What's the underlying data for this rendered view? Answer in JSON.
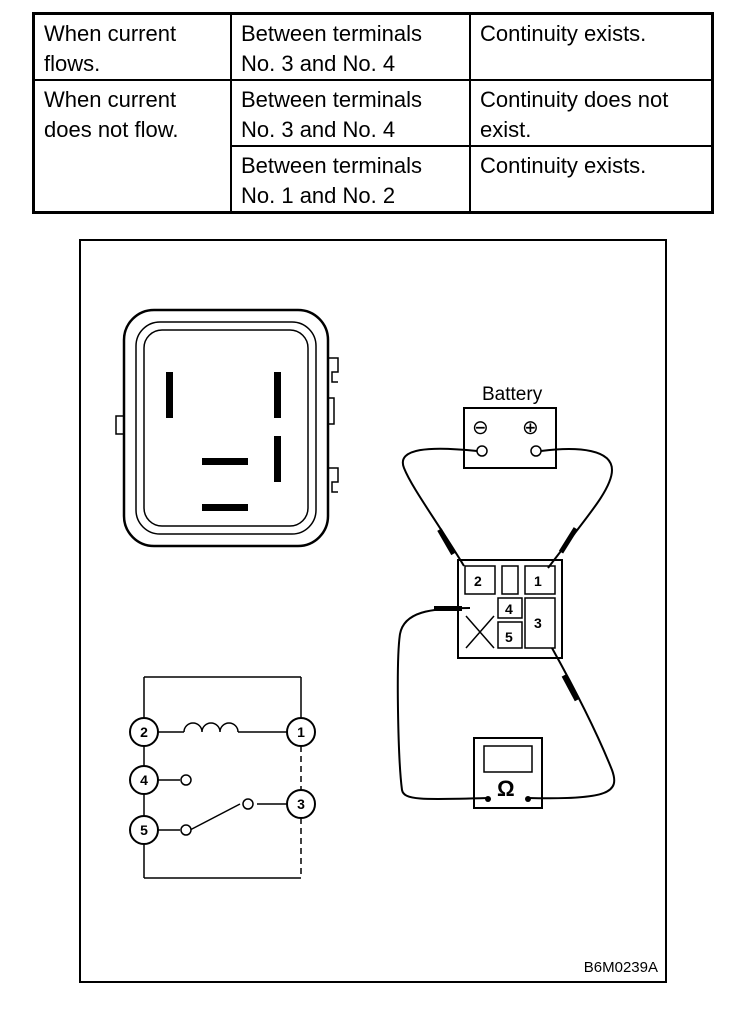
{
  "table": {
    "rows": [
      {
        "condition": "When current flows.",
        "terminals": "Between terminals No. 3 and No. 4",
        "result": "Continuity exists."
      },
      {
        "condition": "When current does not flow.",
        "terminals": "Between terminals No. 3 and No. 4",
        "result": "Continuity does not exist."
      },
      {
        "terminals": "Between terminals No. 1 and No. 2",
        "result": "Continuity exists."
      }
    ]
  },
  "diagram": {
    "battery_label": "Battery",
    "battery_negative": "⊖",
    "battery_positive": "⊕",
    "relay_terminals": [
      "2",
      "1",
      "4",
      "5",
      "3"
    ],
    "schematic_terminals": [
      "2",
      "1",
      "4",
      "5",
      "3"
    ],
    "ohmmeter_symbol": "Ω",
    "figure_code": "B6M0239A"
  }
}
